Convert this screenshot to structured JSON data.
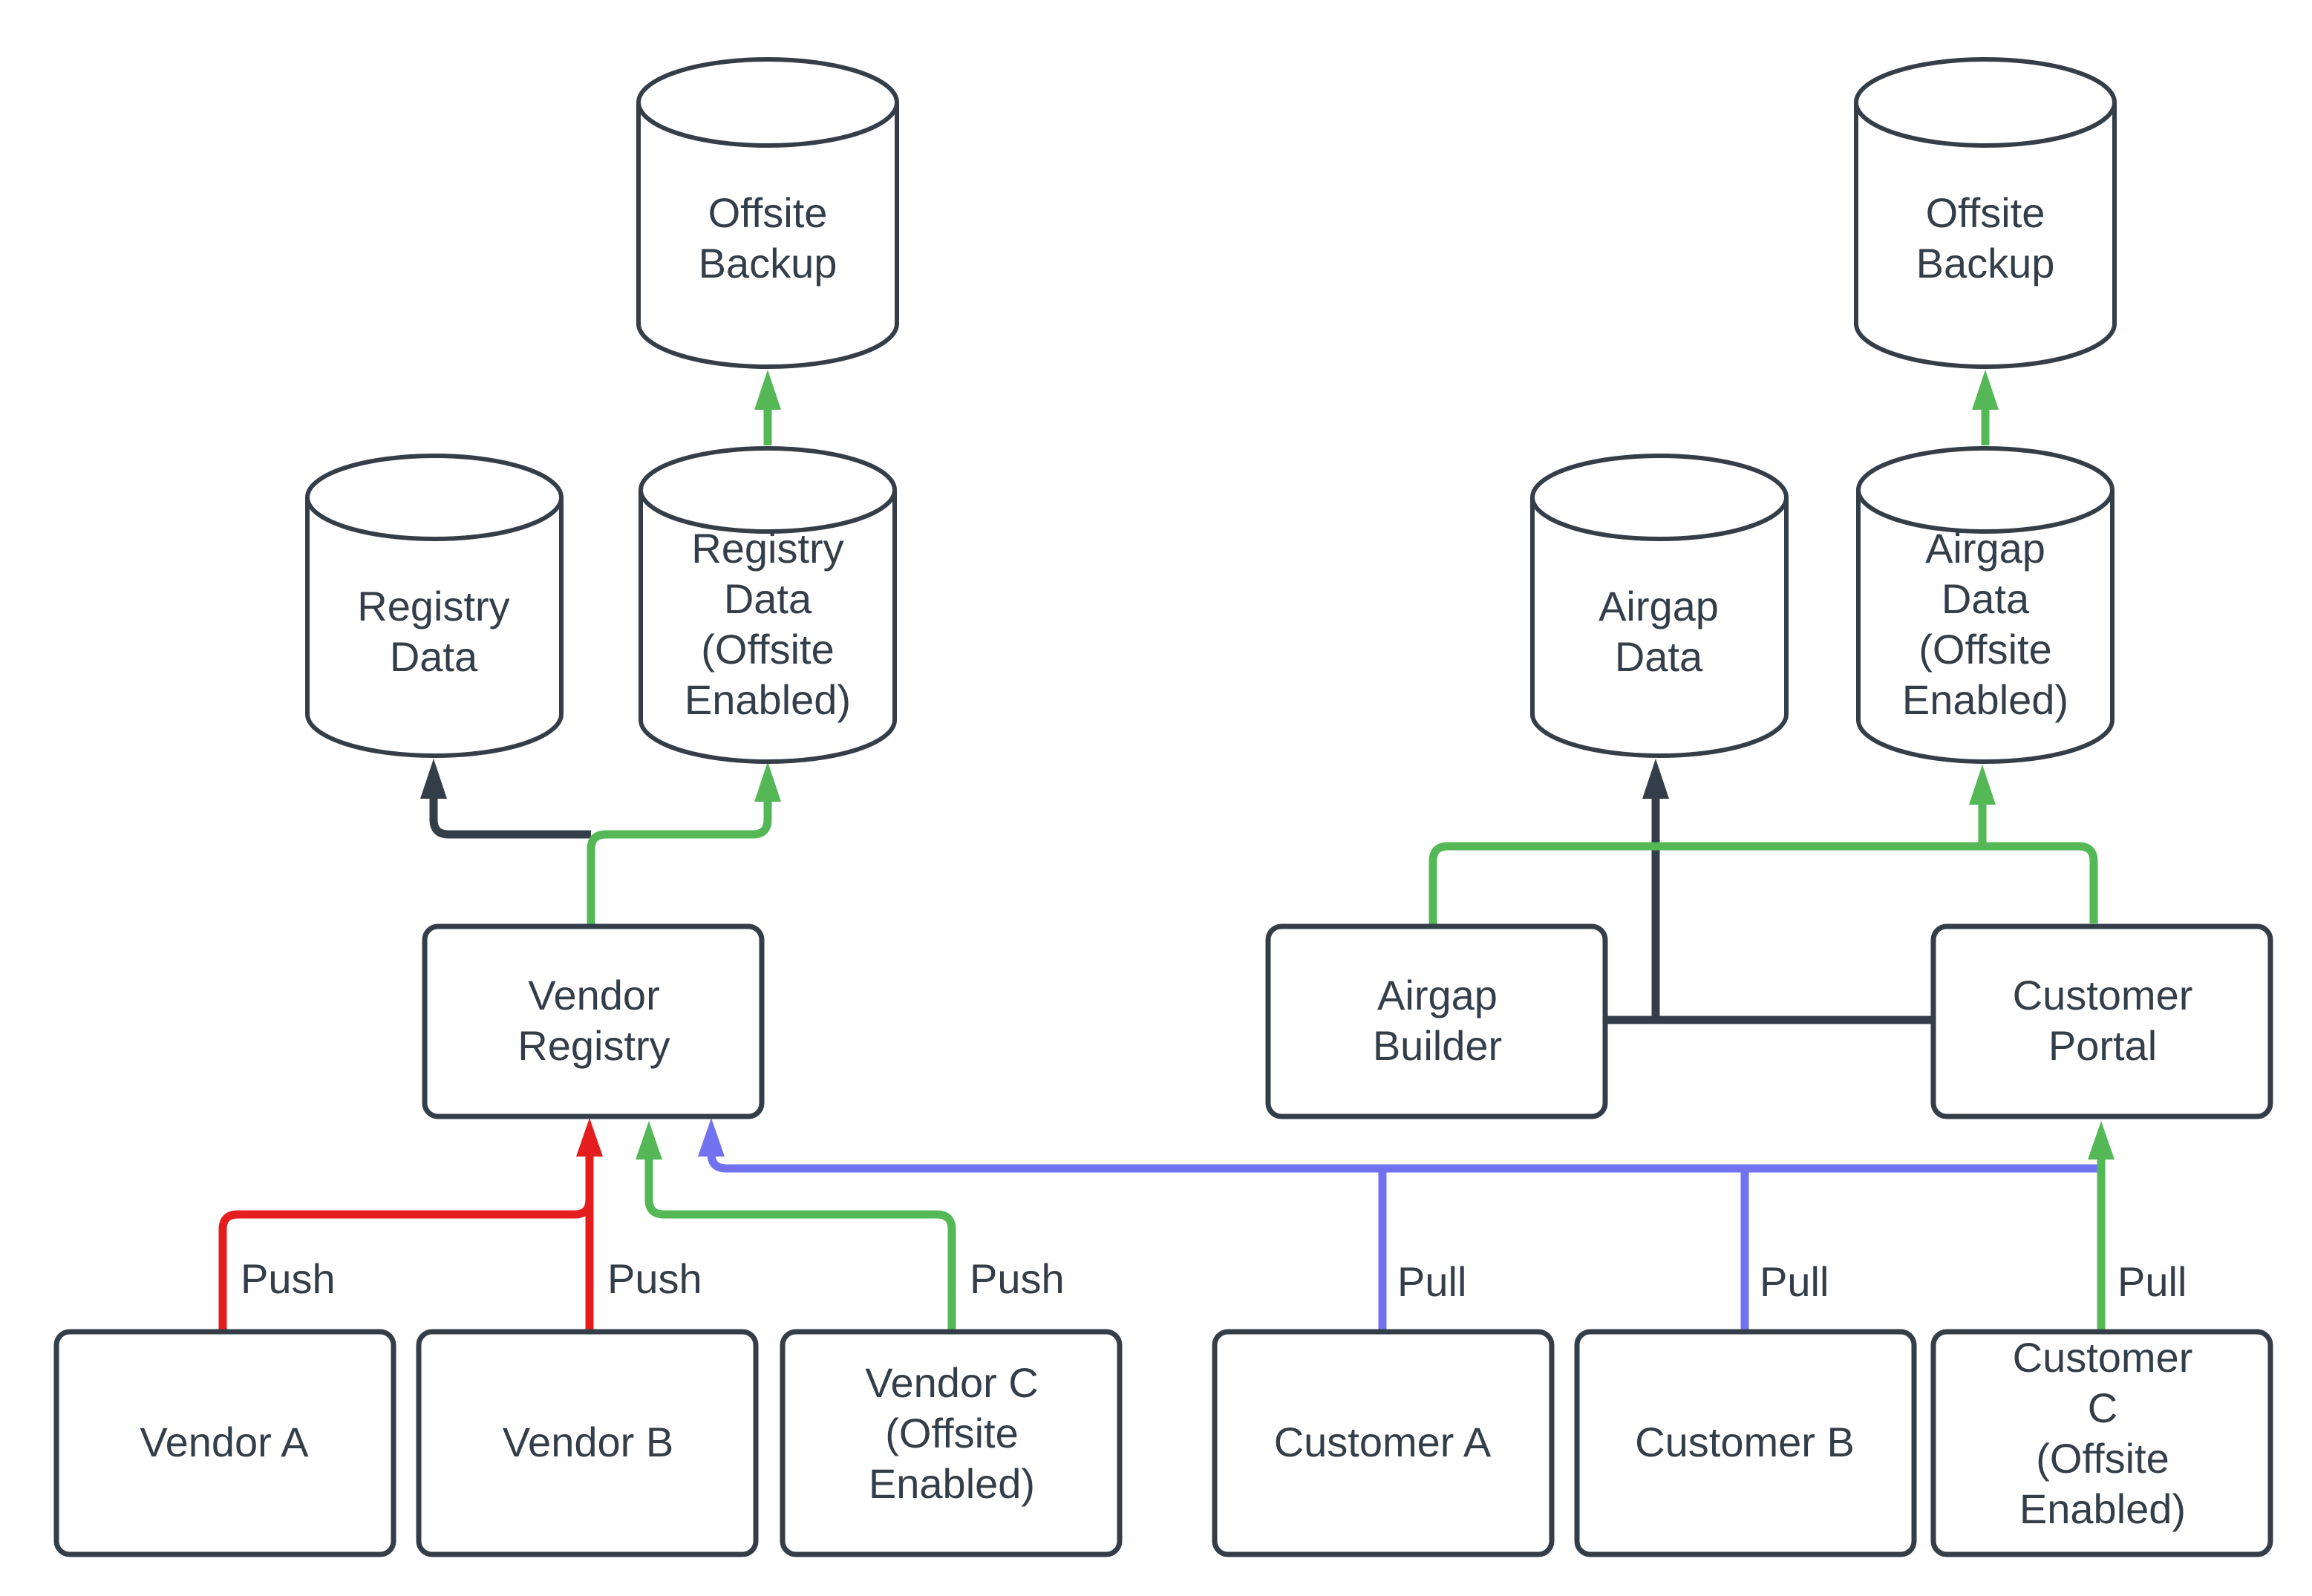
{
  "diagram_type": "flowchart",
  "colors": {
    "shape_stroke": "#343e49",
    "text": "#343e49",
    "push_red": "#e41e1e",
    "offsite_green": "#54b857",
    "pull_blue": "#7272f1",
    "registry_dark": "#343e49",
    "background": "#ffffff"
  },
  "nodes": {
    "offsite_backup_left": {
      "label": "Offsite\nBackup",
      "shape": "cylinder"
    },
    "registry_data": {
      "label": "Registry\nData",
      "shape": "cylinder"
    },
    "registry_data_offsite": {
      "label": "Registry\nData\n(Offsite\nEnabled)",
      "shape": "cylinder"
    },
    "offsite_backup_right": {
      "label": "Offsite\nBackup",
      "shape": "cylinder"
    },
    "airgap_data": {
      "label": "Airgap\nData",
      "shape": "cylinder"
    },
    "airgap_data_offsite": {
      "label": "Airgap\nData\n(Offsite\nEnabled)",
      "shape": "cylinder"
    },
    "vendor_registry": {
      "label": "Vendor\nRegistry",
      "shape": "box"
    },
    "airgap_builder": {
      "label": "Airgap\nBuilder",
      "shape": "box"
    },
    "customer_portal": {
      "label": "Customer\nPortal",
      "shape": "box"
    },
    "vendor_a": {
      "label": "Vendor A",
      "shape": "box"
    },
    "vendor_b": {
      "label": "Vendor B",
      "shape": "box"
    },
    "vendor_c": {
      "label": "Vendor C\n(Offsite\nEnabled)",
      "shape": "box"
    },
    "customer_a": {
      "label": "Customer A",
      "shape": "box"
    },
    "customer_b": {
      "label": "Customer B",
      "shape": "box"
    },
    "customer_c": {
      "label": "Customer C\n(Offsite\nEnabled)",
      "shape": "box"
    }
  },
  "edges": {
    "push_a": {
      "label": "Push",
      "from": "vendor_a",
      "to": "vendor_registry",
      "color": "#e41e1e"
    },
    "push_b": {
      "label": "Push",
      "from": "vendor_b",
      "to": "vendor_registry",
      "color": "#e41e1e"
    },
    "push_c": {
      "label": "Push",
      "from": "vendor_c",
      "to": "vendor_registry",
      "color": "#54b857"
    },
    "pull_a": {
      "label": "Pull",
      "from": "customer_a",
      "to": "vendor_registry",
      "color": "#7272f1"
    },
    "pull_b": {
      "label": "Pull",
      "from": "customer_b",
      "to": "vendor_registry",
      "color": "#7272f1"
    },
    "pull_c": {
      "label": "Pull",
      "from": "customer_c",
      "to": "customer_portal",
      "color": "#54b857"
    },
    "registry_store": {
      "label": "",
      "from": "vendor_registry",
      "to": "registry_data",
      "color": "#343e49"
    },
    "registry_offsite_store": {
      "label": "",
      "from": "vendor_registry",
      "to": "registry_data_offsite",
      "color": "#54b857"
    },
    "registry_offsite_backup": {
      "label": "",
      "from": "registry_data_offsite",
      "to": "offsite_backup_left",
      "color": "#54b857"
    },
    "airgap_store": {
      "label": "",
      "from": "customer_portal & airgap_builder",
      "to": "airgap_data",
      "color": "#343e49"
    },
    "airgap_offsite_store": {
      "label": "",
      "from": "airgap_builder & customer_portal",
      "to": "airgap_data_offsite",
      "color": "#54b857"
    },
    "airgap_offsite_backup": {
      "label": "",
      "from": "airgap_data_offsite",
      "to": "offsite_backup_right",
      "color": "#54b857"
    }
  }
}
